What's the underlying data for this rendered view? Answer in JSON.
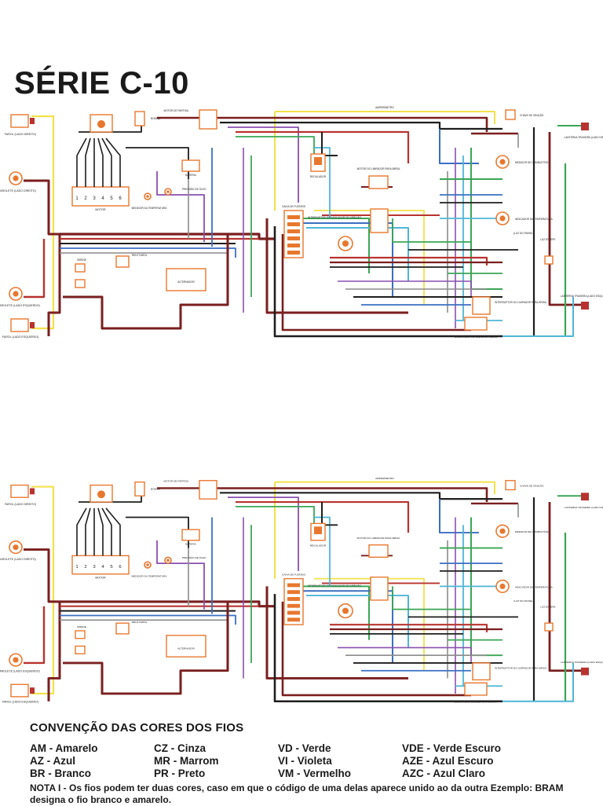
{
  "title": "SÉRIE C-10",
  "diagram_labels": {
    "farol_le": "FAROL (LADO DIREITO)",
    "farolete_le": "FAROLETE (LADO DIREITO)",
    "farolete_ld": "FAROLETE (LADO ESQUERDO)",
    "farol_ld": "FAROL (LADO ESQUERDO)",
    "bobina": "BOBINA",
    "motor": "MOTOR",
    "motor_partida": "MOTOR DE PARTIDA",
    "bateria": "BATERIA",
    "pressao_oleo": "PRESSÃO DE ÓLEO",
    "medidor_temperatura": "MEDIDOR DA TEMPERATURA",
    "sirene": "SIRENE",
    "rele_farol": "RELÉ FAROL",
    "alternador": "ALTERNADOR",
    "regulador": "REGULADOR",
    "caixa_fusiveis": "CAIXA DE FUSÍVEIS",
    "motor_limpador": "MOTOR DO LIMPADOR PARA-BRISA",
    "interruptor_ignicao": "INTERRUPTOR DO INDICADOR DE DIREÇÃO",
    "chave_ignicao": "CHAVE DE IGNIÇÃO",
    "lanterna_traseira_ld": "LANTERNA TRASEIRA (LADO DIREITO)",
    "medidor_combustivel": "MEDIDOR DE COMBUSTÍVEL",
    "indicador_temperatura": "INDICADOR DA TEMPERATURA",
    "luz_painel": "(LUZ DO PAINEL)",
    "luz_estepe": "LUZ ESTEPE",
    "comutador": "COMUTADOR DE LUZ ALTA E BAIXA",
    "interruptor_limpador": "INTERRUPTOR DO LIMPADOR PARA-BRISA",
    "lanterna_traseira_le": "LANTERNA TRASEIRA (LADO ESQUERDO)",
    "amperimetro": "AMPERÍMETRO",
    "terminals": [
      "1",
      "2",
      "3",
      "4",
      "5",
      "6"
    ]
  },
  "legend": {
    "title": "CONVENÇÃO DAS CORES DOS FIOS",
    "items": [
      "AM - Amarelo",
      "CZ - Cinza",
      "VD - Verde",
      "VDE - Verde Escuro",
      "AZ - Azul",
      "MR - Marrom",
      "VI - Violeta",
      "AZE - Azul Escuro",
      "BR - Branco",
      "PR - Preto",
      "VM - Vermelho",
      "AZC - Azul Claro"
    ]
  },
  "note": "NOTA I - Os fios podem ter duas cores, caso em que o código de uma delas aparece unido ao da outra Ezemplo: BRAM designa o fio branco e amarelo.",
  "colors": {
    "orange": "#e8772e",
    "yellow": "#f2e14a",
    "red": "#b8332f",
    "darkred": "#7a1f1f",
    "black": "#1e1e1e",
    "green": "#3aa655",
    "blue": "#3b6fc4",
    "lightblue": "#4fb6d6",
    "violet": "#8a4fb0",
    "gray": "#8c8c8c",
    "brown": "#8a5a2b"
  }
}
